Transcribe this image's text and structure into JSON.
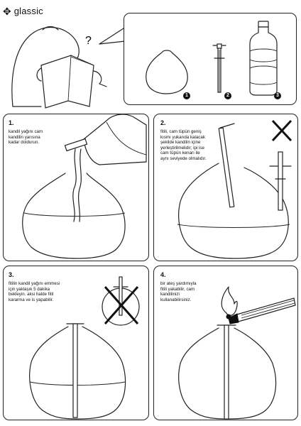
{
  "brand": {
    "name": "glassic",
    "mark": "✥"
  },
  "intro": {
    "question": "?",
    "items": [
      {
        "number": "1",
        "icon": "oil-lamp-bowl-icon"
      },
      {
        "number": "2",
        "icon": "glass-wick-tube-icon"
      },
      {
        "number": "3",
        "icon": "oil-bottle-icon"
      }
    ]
  },
  "steps": [
    {
      "number": "1.",
      "text": "kandil yağını cam\nkandilin yarısına\nkadar doldurun."
    },
    {
      "number": "2.",
      "text": "fitili, cam tüpün geniş\nkısmı yukarıda kalacak\nşekilde kandilin içine\nyerleştirilmelidir; ipi ise\ncam tüpün kenarı ile\naynı seviyede olmalıdır."
    },
    {
      "number": "3.",
      "text": "fitilin kandil yağını emmesi\niçin yaklaşık 5 dakika\nbekleyin. aksi halde fitil\nkararma ve is yapabilir."
    },
    {
      "number": "4.",
      "text": "bir ateş yardımıyla\nfitili yakabilir, cam\nkandilinizi\nkullanabilirsiniz."
    }
  ]
}
